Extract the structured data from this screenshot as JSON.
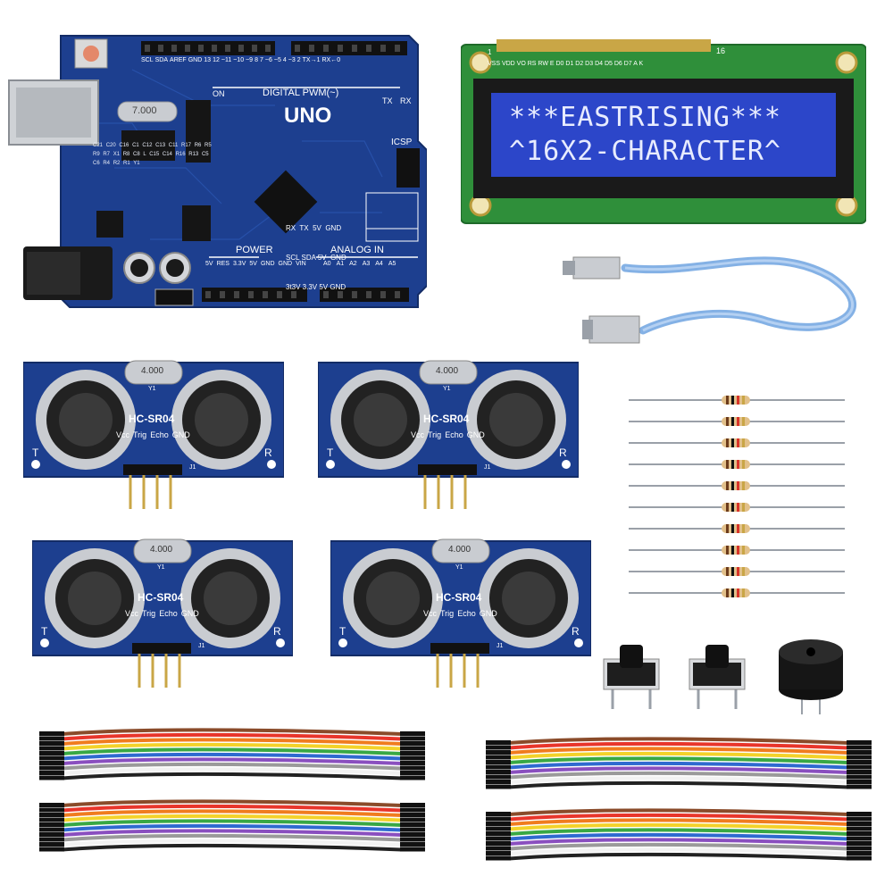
{
  "uno": {
    "board_label": "UNO",
    "digital_label": "DIGITAL PWM(~)",
    "power_label": "POWER",
    "analog_label": "ANALOG IN",
    "icsp_label": "ICSP",
    "crystal_label": "7.000",
    "tx_label": "TX",
    "rx_label": "RX",
    "on_label": "ON",
    "top_pins": [
      "SCL",
      "SDA",
      "AREF",
      "GND",
      "13",
      "12",
      "~11",
      "~10",
      "~9",
      "8",
      "7",
      "~6",
      "~5",
      "4",
      "~3",
      "2",
      "TX→1",
      "RX←0"
    ],
    "power_pins": [
      "5V",
      "RES",
      "3.3V",
      "5V",
      "GND",
      "GND",
      "VIN"
    ],
    "analog_pins": [
      "A0",
      "A1",
      "A2",
      "A3",
      "A4",
      "A5"
    ],
    "legend_rows": [
      "RX  TX  5V  GND",
      "SCL SDA 5V  GND",
      "3t3V 3.3V 5V GND"
    ],
    "components": [
      "C21",
      "C20",
      "C16",
      "C1",
      "C12",
      "C13",
      "C11",
      "R17",
      "R6",
      "R5",
      "R9",
      "R7",
      "X1",
      "R8",
      "C8",
      "L",
      "C15",
      "C14",
      "R16",
      "R13",
      "C5",
      "C6",
      "R4",
      "R2",
      "R1",
      "Y1"
    ]
  },
  "lcd": {
    "line1": "***EASTRISING***",
    "line2": "^16X2-CHARACTER^",
    "pin_labels": "VSS VDD VO RS RW E D0 D1 D2 D3 D4 D5 D6 D7 A K",
    "pin_first": "1",
    "pin_last": "16"
  },
  "sensors": [
    {
      "model": "HC-SR04",
      "crystal": "4.000",
      "y1": "Y1",
      "j1": "J1",
      "t": "T",
      "r": "R",
      "pins": [
        "Vcc",
        "Trig",
        "Echo",
        "GND"
      ]
    },
    {
      "model": "HC-SR04",
      "crystal": "4.000",
      "y1": "Y1",
      "j1": "J1",
      "t": "T",
      "r": "R",
      "pins": [
        "Vcc",
        "Trig",
        "Echo",
        "GND"
      ]
    },
    {
      "model": "HC-SR04",
      "crystal": "4.000",
      "y1": "Y1",
      "j1": "J1",
      "t": "T",
      "r": "R",
      "pins": [
        "Vcc",
        "Trig",
        "Echo",
        "GND"
      ]
    },
    {
      "model": "HC-SR04",
      "crystal": "4.000",
      "y1": "Y1",
      "j1": "J1",
      "t": "T",
      "r": "R",
      "pins": [
        "Vcc",
        "Trig",
        "Echo",
        "GND"
      ]
    }
  ],
  "resistor_count": 10,
  "jumper_colors": [
    "#8a4b2a",
    "#e8352b",
    "#f07c1f",
    "#f3d22a",
    "#38a845",
    "#2f6ad0",
    "#8a4fbf",
    "#9a9a9a",
    "#f2f2f2",
    "#222222"
  ],
  "colors": {
    "pcb_blue": "#1d3f8f",
    "lcd_green": "#2f8f3a",
    "lcd_screen": "#2c46c9",
    "usb_cable": "#6fa3e0"
  }
}
